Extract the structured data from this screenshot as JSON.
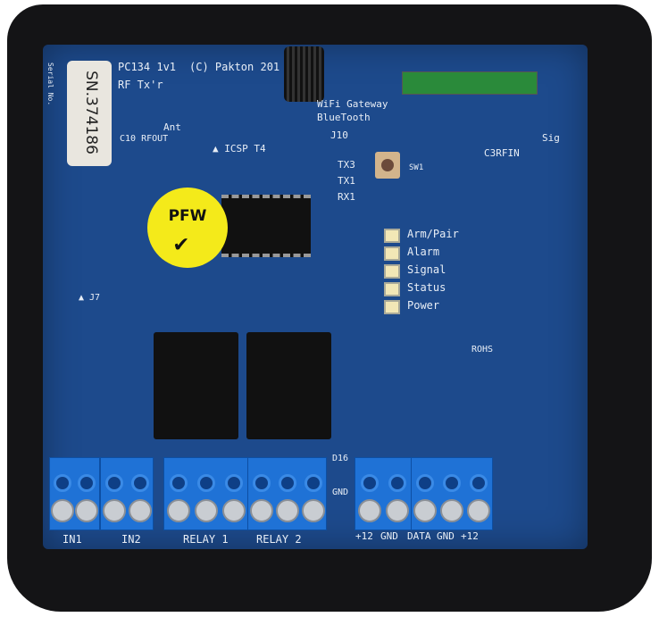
{
  "board": {
    "model": "PC134 1v1",
    "copyright": "(C) Pakton 201",
    "serial_caption": "Serial No.",
    "serial_number": "SN.374186",
    "rf_tx": "RF Tx'r",
    "ant": "Ant",
    "rfout": "C10 RFOUT",
    "icsp": "▲ ICSP T4",
    "wifi": "WiFi Gateway",
    "bluetooth": "BlueTooth",
    "j10": "J10",
    "tx3": "TX3",
    "tx1": "TX1",
    "rx1": "RX1",
    "sw1": "SW1",
    "rfin": "C3RFIN",
    "sig": "Sig",
    "rohs": "ROHS",
    "gnd_label": "GND",
    "d16": "D16",
    "j7": "▲ J7"
  },
  "sticker": {
    "text": "PFW",
    "mark": "✔"
  },
  "leds": [
    "Arm/Pair",
    "Alarm",
    "Signal",
    "Status",
    "Power"
  ],
  "terminals": [
    "IN1",
    "IN2",
    "RELAY 1",
    "RELAY 2",
    "+12",
    "GND",
    "DATA",
    "GND",
    "+12"
  ]
}
